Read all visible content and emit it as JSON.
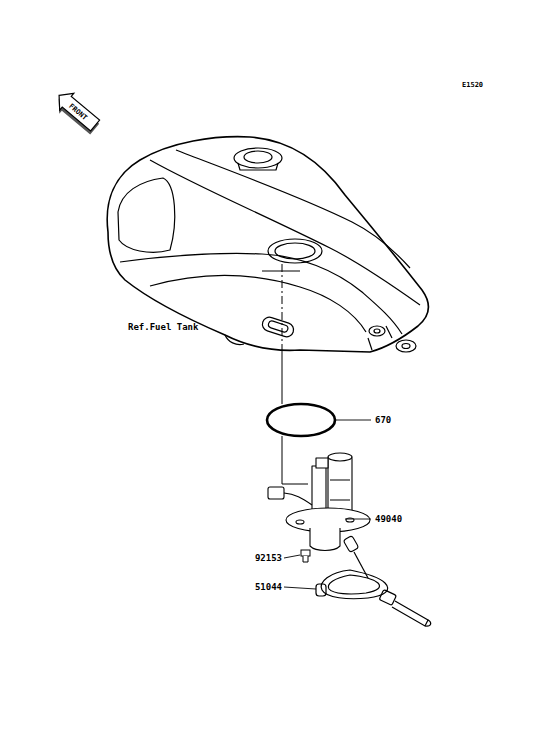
{
  "diagram": {
    "labels": [
      "E1520",
      "FRONT",
      "Ref.Fuel Tank",
      "670",
      "49040",
      "92153",
      "51044"
    ]
  }
}
